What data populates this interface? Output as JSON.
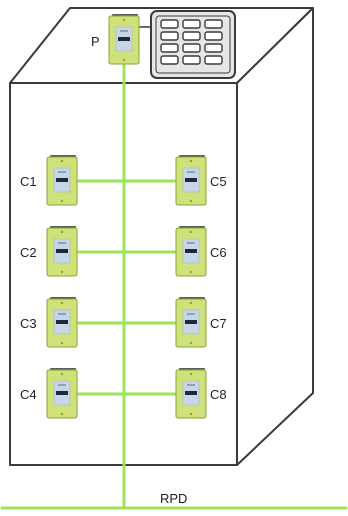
{
  "colors": {
    "outline": "#3a3a3a",
    "wire": "#9ee25e",
    "meter_body": "#cfe27a",
    "meter_edge": "#8aa33a",
    "display": "#c7d6e6",
    "display_bar": "#1b2a3a",
    "panel_fill": "#e6e6e6",
    "panel_cell": "#ffffff"
  },
  "labels": {
    "primary": "P",
    "rpd": "RPD",
    "left": [
      "C1",
      "C2",
      "C3",
      "C4"
    ],
    "right": [
      "C5",
      "C6",
      "C7",
      "C8"
    ]
  },
  "icons": {
    "meter": "electric-meter-icon",
    "panel": "breaker-panel-icon"
  }
}
